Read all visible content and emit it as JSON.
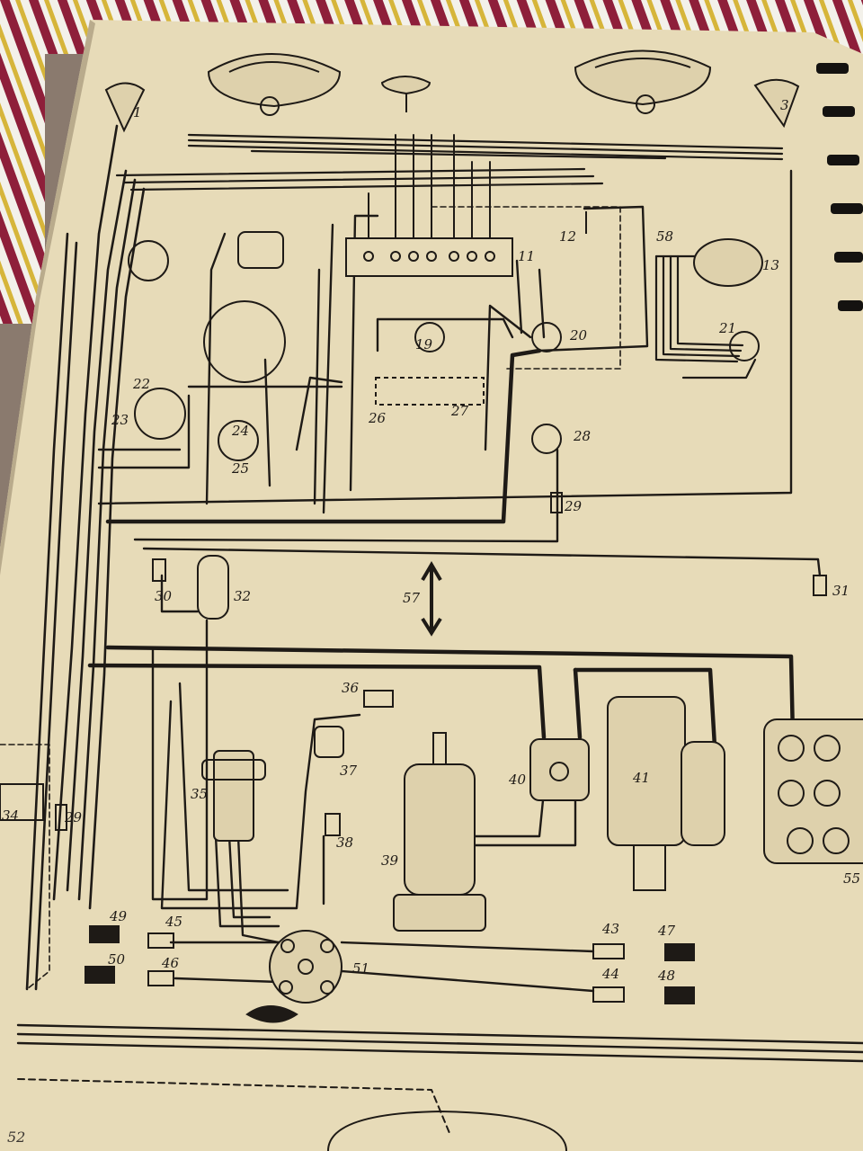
{
  "page_number": "52",
  "colors": {
    "paper": "#e7dbb8",
    "ink": "#1e1a16",
    "cloth_red": "#8e1f3a",
    "cloth_yellow": "#d6b53a",
    "cloth_white": "#f3f1ea"
  },
  "components": [
    {
      "id": "c1",
      "number": "1"
    },
    {
      "id": "c3",
      "number": "3"
    },
    {
      "id": "c11",
      "number": "11"
    },
    {
      "id": "c12",
      "number": "12"
    },
    {
      "id": "c13",
      "number": "13"
    },
    {
      "id": "c19",
      "number": "19"
    },
    {
      "id": "c20",
      "number": "20"
    },
    {
      "id": "c21",
      "number": "21"
    },
    {
      "id": "c22",
      "number": "22"
    },
    {
      "id": "c23",
      "number": "23"
    },
    {
      "id": "c24",
      "number": "24"
    },
    {
      "id": "c25",
      "number": "25"
    },
    {
      "id": "c26",
      "number": "26"
    },
    {
      "id": "c27",
      "number": "27"
    },
    {
      "id": "c28",
      "number": "28"
    },
    {
      "id": "c29",
      "number": "29"
    },
    {
      "id": "c29b",
      "number": "29"
    },
    {
      "id": "c30",
      "number": "30"
    },
    {
      "id": "c31",
      "number": "31"
    },
    {
      "id": "c32",
      "number": "32"
    },
    {
      "id": "c34",
      "number": "34"
    },
    {
      "id": "c35",
      "number": "35"
    },
    {
      "id": "c36",
      "number": "36"
    },
    {
      "id": "c37",
      "number": "37"
    },
    {
      "id": "c38",
      "number": "38"
    },
    {
      "id": "c39",
      "number": "39"
    },
    {
      "id": "c40",
      "number": "40"
    },
    {
      "id": "c41",
      "number": "41"
    },
    {
      "id": "c43",
      "number": "43"
    },
    {
      "id": "c44",
      "number": "44"
    },
    {
      "id": "c45",
      "number": "45"
    },
    {
      "id": "c46",
      "number": "46"
    },
    {
      "id": "c47",
      "number": "47"
    },
    {
      "id": "c48",
      "number": "48"
    },
    {
      "id": "c49",
      "number": "49"
    },
    {
      "id": "c50",
      "number": "50"
    },
    {
      "id": "c51",
      "number": "51"
    },
    {
      "id": "c55",
      "number": "55"
    },
    {
      "id": "c57",
      "number": "57"
    },
    {
      "id": "c58",
      "number": "58"
    }
  ]
}
